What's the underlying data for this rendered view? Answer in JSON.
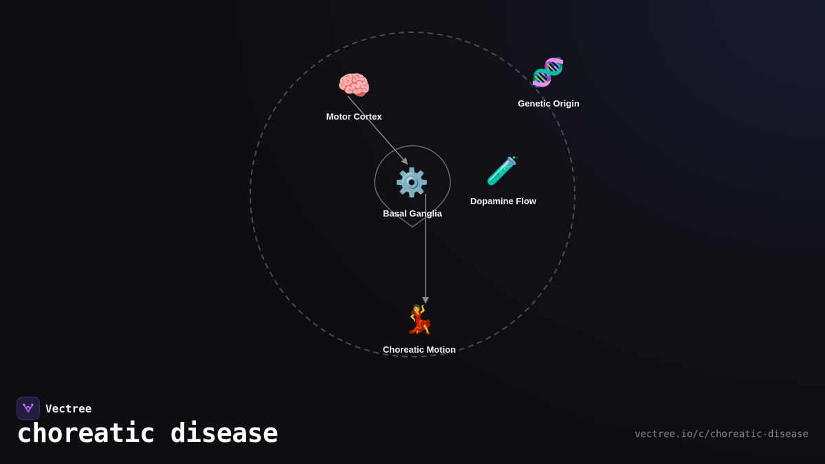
{
  "brand": {
    "name": "Vectree"
  },
  "title": "choreatic disease",
  "url": "vectree.io/c/choreatic-disease",
  "nodes": {
    "motor_cortex": {
      "label": "Motor Cortex",
      "emoji": "🧠"
    },
    "genetic_origin": {
      "label": "Genetic Origin",
      "emoji": "🧬"
    },
    "basal_ganglia": {
      "label": "Basal Ganglia",
      "emoji": "⚙️"
    },
    "dopamine_flow": {
      "label": "Dopamine Flow",
      "emoji": "🧪"
    },
    "choreatic_motion": {
      "label": "Choreatic Motion",
      "emoji": "💃"
    }
  },
  "edges": [
    {
      "from": "motor_cortex",
      "to": "basal_ganglia"
    },
    {
      "from": "basal_ganglia",
      "to": "choreatic_motion"
    }
  ],
  "colors": {
    "accent": "#a855f7",
    "orbit": "#4a4a50",
    "edge": "#8a8a8a"
  }
}
